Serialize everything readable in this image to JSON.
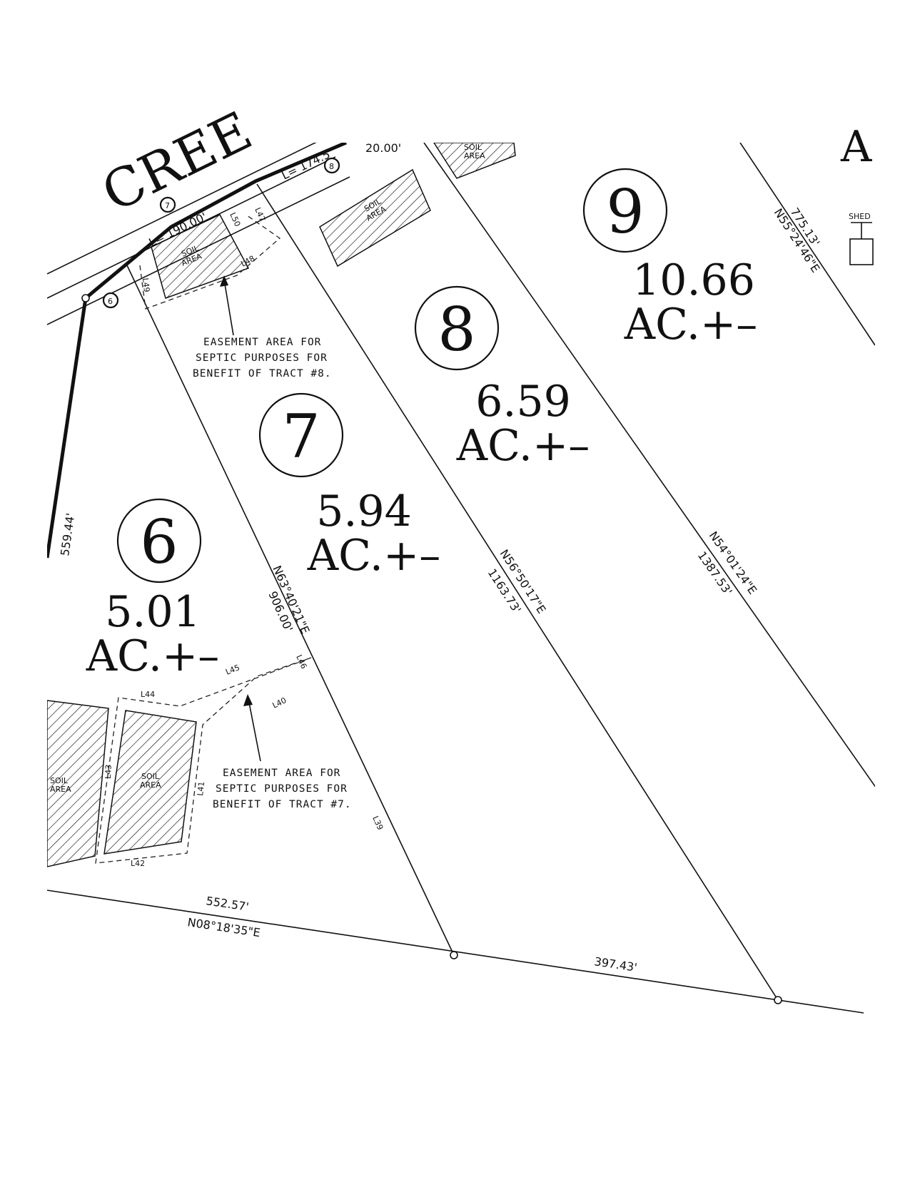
{
  "road": {
    "name_fragment": "CREE",
    "corner_fragment": "A"
  },
  "tracts": [
    {
      "number": "6",
      "acreage": "5.01",
      "unit": "AC.+–",
      "highlighted": false
    },
    {
      "number": "7",
      "acreage": "5.94",
      "unit": "AC.+–",
      "highlighted": false
    },
    {
      "number": "8",
      "acreage": "6.59",
      "unit": "AC.+–",
      "highlighted": true,
      "highlight_color": "#f5ec00"
    },
    {
      "number": "9",
      "acreage": "10.66",
      "unit": "AC.+–",
      "highlighted": false
    }
  ],
  "point_labels": {
    "p6": "6",
    "p7": "7",
    "p8": "8"
  },
  "arcs": {
    "l_190": "L= 190.00'",
    "l_174": "L= 174.5",
    "d_20": "20.00'"
  },
  "bearings": {
    "line_6_7": {
      "bearing": "N63°40'21\"E",
      "distance": "906.00'"
    },
    "line_7_8": {
      "bearing": "N56°50'17\"E",
      "distance": "1163.73'"
    },
    "line_8_9": {
      "bearing": "N54°01'24\"E",
      "distance": "1387.53'"
    },
    "line_9_east": {
      "bearing": "N55°24'46\"E",
      "distance": "775.13'"
    },
    "west": {
      "distance": "559.44'"
    },
    "bottom_left": {
      "bearing": "N08°18'35\"E",
      "distance": "552.57'"
    },
    "bottom_right": {
      "distance": "397.43'"
    }
  },
  "line_labels": {
    "L39": "L39",
    "L40": "L40",
    "L41": "L41",
    "L42": "L42",
    "L43": "L43",
    "L44": "L44",
    "L45": "L45",
    "L46": "L46",
    "L47": "L47",
    "L48": "L48",
    "L49": "L49",
    "L50": "L50"
  },
  "soil_label": [
    "SOIL",
    "AREA"
  ],
  "shed_label": "SHED",
  "easement_tract8": [
    "EASEMENT AREA FOR",
    "SEPTIC PURPOSES FOR",
    "BENEFIT OF TRACT #8."
  ],
  "easement_tract7": [
    "EASEMENT AREA FOR",
    "SEPTIC PURPOSES FOR",
    "BENEFIT OF TRACT #7."
  ]
}
